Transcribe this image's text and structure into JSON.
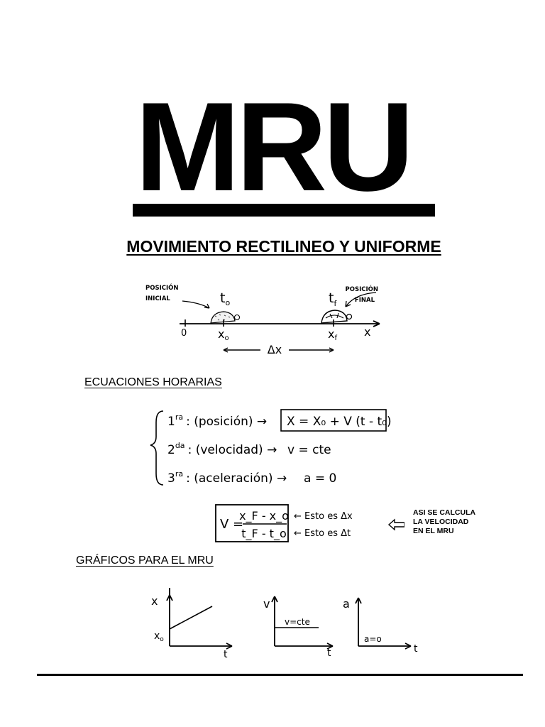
{
  "title": "MRU",
  "subtitle": "MOVIMIENTO RECTILINEO Y UNIFORME",
  "diagram": {
    "initial_label_1": "POSICIÓN",
    "initial_label_2": "INICIAL",
    "final_label_1": "POSICIÓN",
    "final_label_2": "FINAL",
    "t0": "t",
    "t0_sub": "o",
    "tf": "t",
    "tf_sub": "f",
    "origin": "0",
    "x0": "x",
    "x0_sub": "o",
    "xf": "x",
    "xf_sub": "f",
    "axis": "x",
    "delta": "Δx"
  },
  "equations_heading": "ECUACIONES HORARIAS",
  "equations": {
    "eq1_ord": "1",
    "eq1_sup": "ra",
    "eq1_name": ": (posición) →",
    "eq1_formula": "X = X₀ + V (t - t₀)",
    "eq2_ord": "2",
    "eq2_sup": "da",
    "eq2_name": ": (velocidad) →",
    "eq2_formula": "v = cte",
    "eq3_ord": "3",
    "eq3_sup": "ra",
    "eq3_name": ": (aceleración) →",
    "eq3_formula": "a = 0"
  },
  "velocity": {
    "lhs": "V =",
    "numerator": "x_F - x_o",
    "denominator": "t_F - t_o",
    "note_num": "← Esto es Δx",
    "note_den": "← Esto es Δt",
    "side_note_1": "ASI SE CALCULA",
    "side_note_2": "LA VELOCIDAD",
    "side_note_3": "EN EL MRU"
  },
  "graphs_heading": "GRÁFICOS PARA EL MRU",
  "graphs": {
    "g1_y": "x",
    "g1_x": "t",
    "g1_intercept": "x",
    "g1_intercept_sub": "o",
    "g2_y": "v",
    "g2_x": "t",
    "g2_line": "v=cte",
    "g3_y": "a",
    "g3_x": "t",
    "g3_line": "a=o"
  }
}
